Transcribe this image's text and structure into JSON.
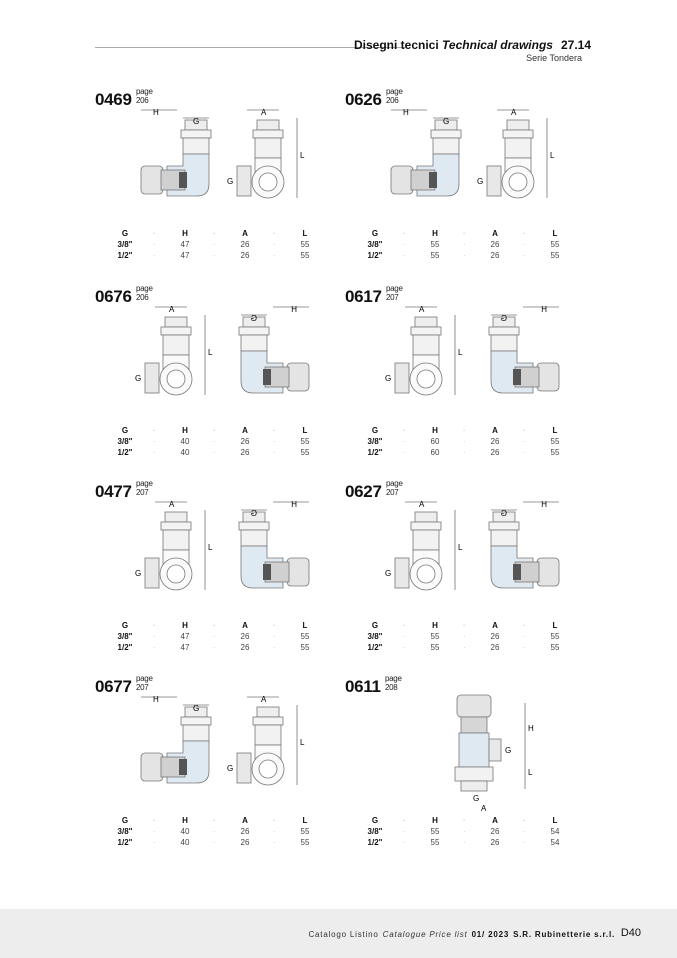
{
  "header": {
    "title_it": "Disegni tecnici",
    "title_en": "Technical drawings",
    "section": "27.14",
    "subtitle": "Serie Tondera"
  },
  "columns": [
    "G",
    "H",
    "A",
    "L"
  ],
  "products": [
    {
      "code": "0469",
      "page": "page 206",
      "type": "angle-left",
      "rows": [
        [
          "3/8\"",
          "47",
          "26",
          "55"
        ],
        [
          "1/2\"",
          "47",
          "26",
          "55"
        ]
      ]
    },
    {
      "code": "0626",
      "page": "page 206",
      "type": "angle-left",
      "rows": [
        [
          "3/8\"",
          "55",
          "26",
          "55"
        ],
        [
          "1/2\"",
          "55",
          "26",
          "55"
        ]
      ]
    },
    {
      "code": "0676",
      "page": "page 206",
      "type": "angle-right",
      "rows": [
        [
          "3/8\"",
          "40",
          "26",
          "55"
        ],
        [
          "1/2\"",
          "40",
          "26",
          "55"
        ]
      ]
    },
    {
      "code": "0617",
      "page": "page 207",
      "type": "angle-right",
      "rows": [
        [
          "3/8\"",
          "60",
          "26",
          "55"
        ],
        [
          "1/2\"",
          "60",
          "26",
          "55"
        ]
      ]
    },
    {
      "code": "0477",
      "page": "page 207",
      "type": "angle-right",
      "rows": [
        [
          "3/8\"",
          "47",
          "26",
          "55"
        ],
        [
          "1/2\"",
          "47",
          "26",
          "55"
        ]
      ]
    },
    {
      "code": "0627",
      "page": "page 207",
      "type": "angle-right",
      "rows": [
        [
          "3/8\"",
          "55",
          "26",
          "55"
        ],
        [
          "1/2\"",
          "55",
          "26",
          "55"
        ]
      ]
    },
    {
      "code": "0677",
      "page": "page 207",
      "type": "angle-left",
      "rows": [
        [
          "3/8\"",
          "40",
          "26",
          "55"
        ],
        [
          "1/2\"",
          "40",
          "26",
          "55"
        ]
      ]
    },
    {
      "code": "0611",
      "page": "page 208",
      "type": "straight",
      "rows": [
        [
          "3/8\"",
          "55",
          "26",
          "54"
        ],
        [
          "1/2\"",
          "55",
          "26",
          "54"
        ]
      ]
    }
  ],
  "footer": {
    "catalog_it": "Catalogo Listino",
    "catalog_en": "Catalogue Price list",
    "edition": "01/ 2023",
    "company": "S.R. Rubinetterie s.r.l.",
    "page": "D40"
  }
}
